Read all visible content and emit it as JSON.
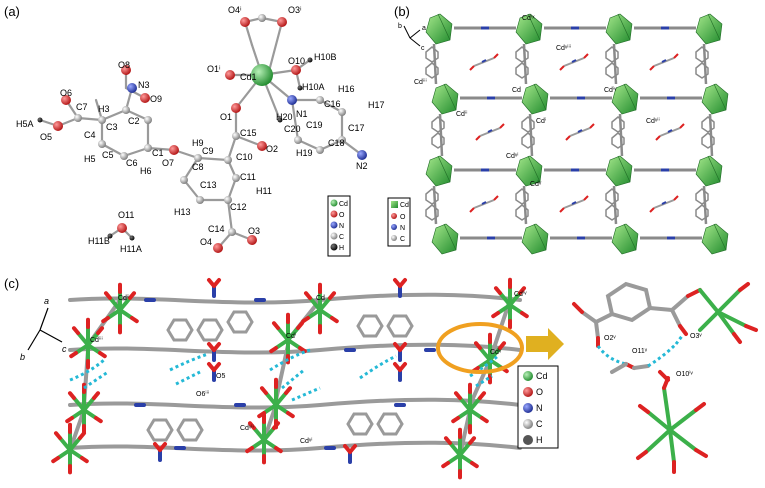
{
  "panels": {
    "a": {
      "tag": "(a)",
      "atom_labels": {
        "O4i": "O4ⁱ",
        "O3i": "O3ⁱ",
        "O1i": "O1ⁱ",
        "Cd1": "Cd1",
        "O10": "O10",
        "H10B": "H10B",
        "H10A": "H10A",
        "H16": "H16",
        "H17": "H17",
        "N1": "N1",
        "C16": "C16",
        "C17": "C17",
        "C18": "C18",
        "C19": "C19",
        "C20": "C20",
        "H20": "H20",
        "H19": "H19",
        "N2": "N2",
        "O1": "O1",
        "O2": "O2",
        "C15": "C15",
        "H9": "H9",
        "C9": "C9",
        "C10": "C10",
        "C8": "C8",
        "O7": "O7",
        "C11": "C11",
        "H11": "H11",
        "C13": "C13",
        "C12": "C12",
        "H13": "H13",
        "C14": "C14",
        "O4": "O4",
        "O3": "O3",
        "O6": "O6",
        "O5": "O5",
        "H5A": "H5A",
        "C7": "C7",
        "H3": "H3",
        "C3": "C3",
        "C4": "C4",
        "O8": "O8",
        "N3": "N3",
        "O9": "O9",
        "C2": "C2",
        "C1": "C1",
        "C5": "C5",
        "C6": "C6",
        "H5": "H5",
        "H6": "H6",
        "O11": "O11",
        "H11B": "H11B",
        "H11A": "H11A"
      }
    },
    "b": {
      "tag": "(b)",
      "cd_labels": {
        "cd_ix": "Cdⁱˣ",
        "cd_viii": "Cdᵛⁱⁱⁱ",
        "cd_iii": "Cdⁱⁱⁱ",
        "cd": "Cd",
        "cd_iv": "Cdⁱᵛ",
        "cd_ii": "Cdⁱⁱ",
        "cd_i": "Cdⁱ",
        "cd_vii": "Cdᵛⁱⁱ",
        "cd_vi": "Cdᵛⁱ",
        "cd_v": "Cdᵛ"
      },
      "axes": {
        "b": "b",
        "a": "a",
        "c": "c"
      }
    },
    "c": {
      "tag": "(c)",
      "labels": {
        "cd_ii": "Cdⁱⁱ",
        "cd": "Cd",
        "cd_iv": "Cdⁱᵛ",
        "cd_iii": "Cdⁱⁱⁱ",
        "cd_i": "Cdⁱ",
        "cd_v": "Cdᵛ",
        "o5": "O5",
        "o6_iii": "O6ⁱⁱⁱ",
        "cd_vi": "Cdᵛⁱ",
        "cd_vii": "Cdᵛⁱⁱ"
      },
      "axes": {
        "a": "a",
        "b": "b",
        "c": "c"
      },
      "inset": {
        "o2v": "O2ᵛ",
        "o3v": "O3ᵛ",
        "o11v": "O11ᵛ",
        "o10iv": "O10ⁱᵛ"
      }
    }
  },
  "legends": {
    "a": [
      "Cd",
      "O",
      "N",
      "C",
      "H"
    ],
    "b": [
      "Cd",
      "O",
      "N",
      "C"
    ],
    "c": [
      "Cd",
      "O",
      "N",
      "C",
      "H"
    ]
  },
  "colors": {
    "cd": "#3cb04a",
    "o": "#d22020",
    "n": "#2a3fa8",
    "c": "#a9a9a9",
    "h": "#111111",
    "hbond": "#25b9d6",
    "highlight": "#f0a020",
    "arrow": "#e0b020"
  }
}
